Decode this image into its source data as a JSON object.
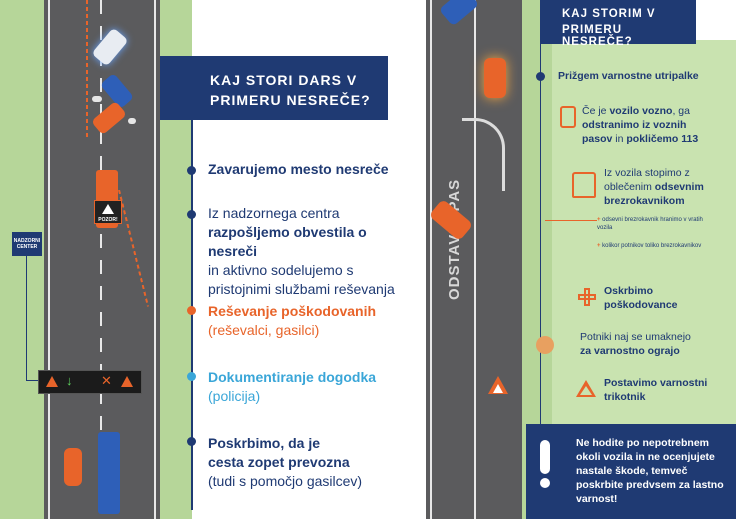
{
  "left": {
    "title_line1": "KAJ STORI DARS V",
    "title_line2": "PRIMERU NESREČE?",
    "control_center": "NADZORNI CENTER",
    "truck_sign": "POZOR!",
    "steps": [
      {
        "text_bold": "Zavarujemo mesto nesreče"
      },
      {
        "text_pre": "Iz nadzornega centra",
        "text_bold": "razpošljemo obvestila o nesreči",
        "text_post": "in aktivno sodelujemo s pristojnimi službami reševanja"
      },
      {
        "text_bold": "Reševanje poškodovanih",
        "text_post": "(reševalci, gasilci)",
        "color": "#e8642a"
      },
      {
        "text_bold": "Dokumentiranje dogodka",
        "text_post": "(policija)",
        "color": "#3aa6d8"
      },
      {
        "text_bold": "Poskrbimo, da je cesta zopet prevozna",
        "text_post": "(tudi s pomočjo gasilcev)"
      }
    ]
  },
  "right": {
    "title_line1": "KAJ STORIM V",
    "title_line2": "PRIMERU NESREČE?",
    "lane_label": "ODSTAVNI PAS",
    "steps": [
      {
        "text": "Prižgem varnostne utripalke",
        "icon": "hazard-lights-icon"
      },
      {
        "text_pre": "Če je ",
        "text_b1": "vozilo vozno",
        "text_mid": ", ga ",
        "text_b2": "odstranimo iz voznih pasov",
        "text_mid2": " in ",
        "text_b3": "pokličemo 113",
        "icon": "phone-icon"
      },
      {
        "text_pre": "Iz vozila stopimo z oblečenim ",
        "text_b1": "odsevnim brezrokavnikom",
        "icon": "vest-icon"
      },
      {
        "text": "Oskrbimo poškodovance",
        "icon": "first-aid-icon"
      },
      {
        "text_pre": "Potniki naj se umaknejo ",
        "text_b1": "za varnostno ograjo",
        "icon": "guardrail-icon"
      },
      {
        "text": "Postavimo varnostni trikotnik",
        "icon": "warning-triangle-icon"
      }
    ],
    "notes": [
      "odsevni brezrokavnik hranimo v vratih vozila",
      "kolikor potnikov toliko brezrokavnikov"
    ],
    "warning": "Ne hodite po nepotrebnem okoli vozila in ne ocenjujete nastale škode, temveč poskrbite predvsem za lastno varnost!"
  },
  "colors": {
    "navy": "#1f3a73",
    "orange": "#e8642a",
    "lightblue": "#3aa6d8",
    "road": "#5a5a5c",
    "grass": "#b9d99a"
  }
}
